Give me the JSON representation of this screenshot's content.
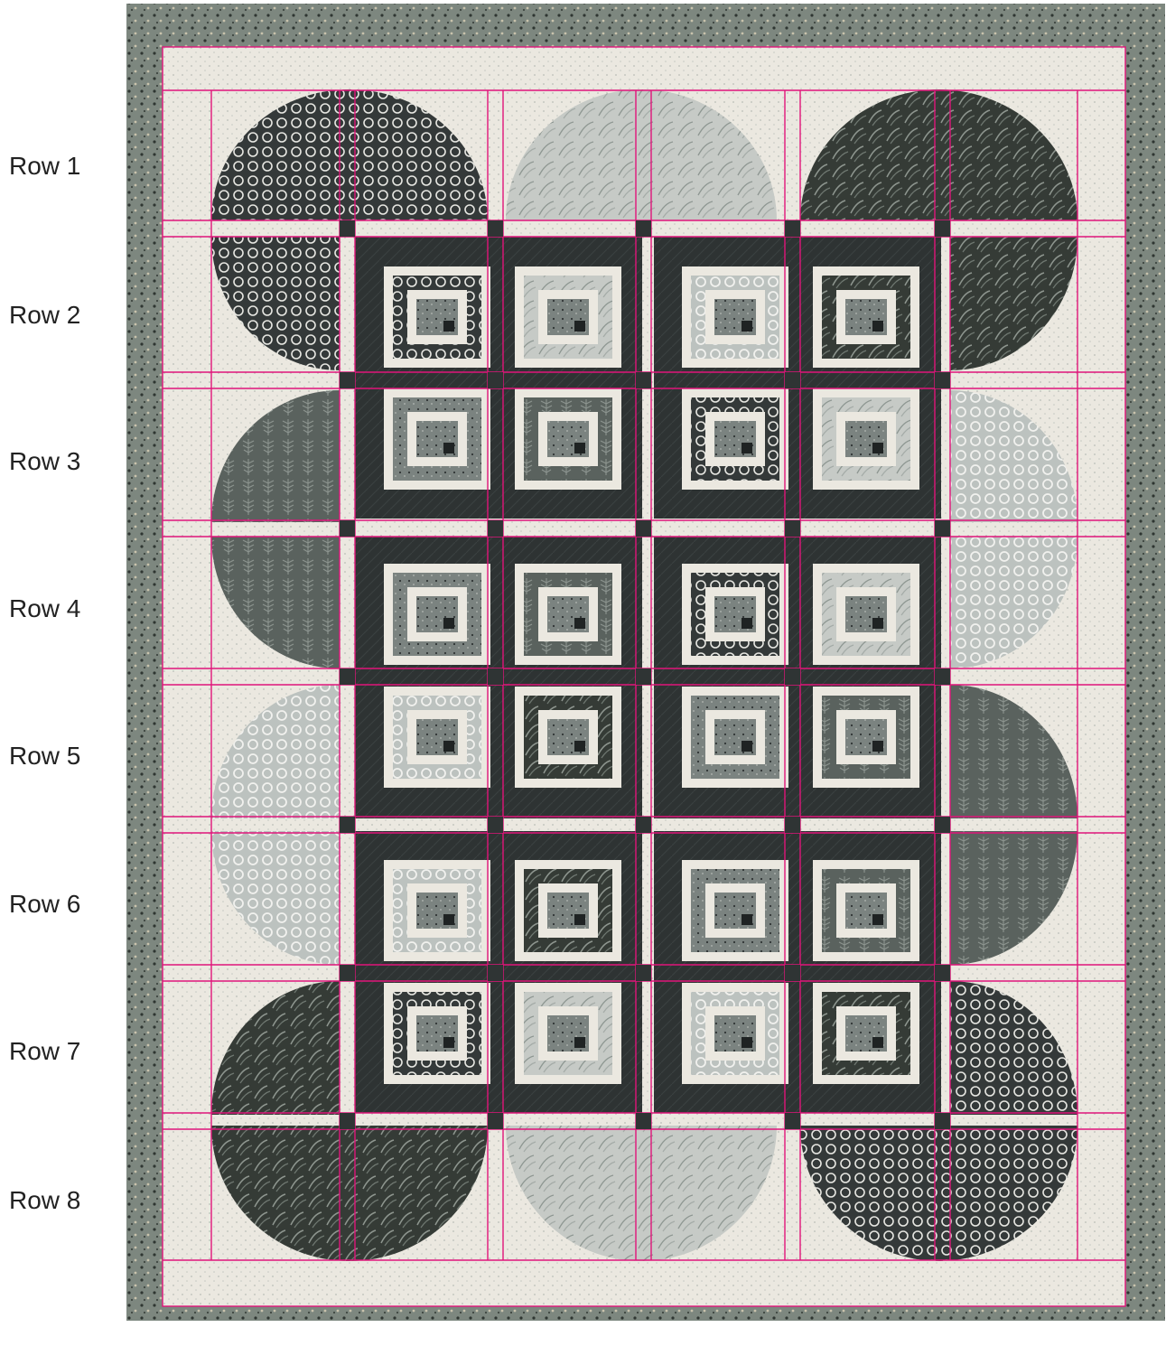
{
  "rows": [
    {
      "label": "Row 1"
    },
    {
      "label": "Row 2"
    },
    {
      "label": "Row 3"
    },
    {
      "label": "Row 4"
    },
    {
      "label": "Row 5"
    },
    {
      "label": "Row 6"
    },
    {
      "label": "Row 7"
    },
    {
      "label": "Row 8"
    }
  ],
  "colors": {
    "border": "#6f7a71",
    "background": "#ebe8e0",
    "seam_lines": "#e0147a",
    "dark": "#2f3434",
    "mid": "#6d7472",
    "light_gray": "#a9aeab",
    "cream": "#ece9e2",
    "pale_dot": "#c9cdc9"
  },
  "patterns": {
    "dots_dark": "#2f3434",
    "leaf_dark": "#3d443f",
    "leaf_light": "#b4b9b5",
    "leaf_mid": "#5e6763",
    "dots_pale": "#c8cecb"
  }
}
